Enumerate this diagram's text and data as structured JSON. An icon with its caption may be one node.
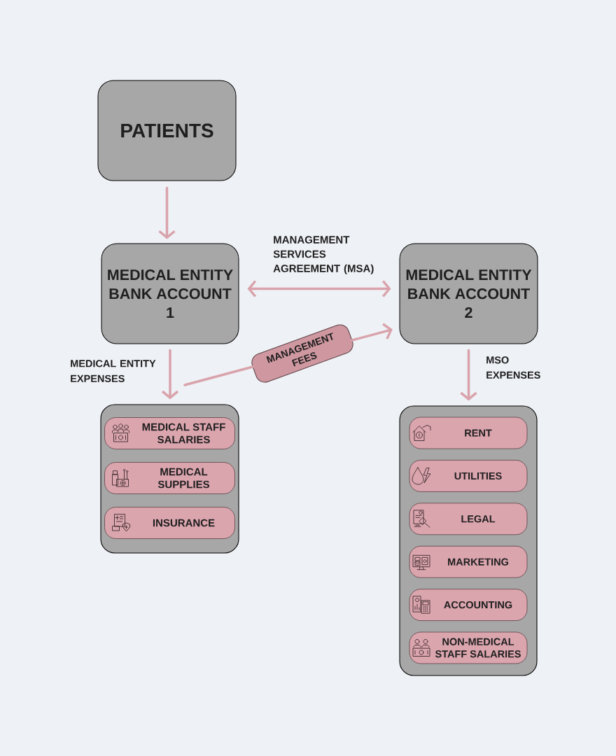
{
  "diagram": {
    "nodes": [
      {
        "text": [
          "PATIENTS"
        ]
      },
      {
        "text": [
          "MEDICAL ENTITY BANK ACCOUNT 1"
        ]
      },
      {
        "text": [
          "MEDICAL ENTITY BANK ACCOUNT 2"
        ]
      },
      {
        "text": [
          "MANAGEMENT FEES"
        ]
      },
      {
        "text": [],
        "shape": "box"
      },
      {
        "text": [
          "MEDICAL STAFF SALARIES"
        ],
        "in": 4
      },
      {
        "text": [
          "MEDICAL SUPPLIES"
        ],
        "in": 4
      },
      {
        "text": [
          "INSURANCE"
        ],
        "in": 4
      },
      {
        "text": [],
        "shape": "box"
      },
      {
        "text": [
          "RENT"
        ],
        "in": 8
      },
      {
        "text": [
          "UTILITIES"
        ],
        "in": 8
      },
      {
        "text": [
          "LEGAL"
        ],
        "in": 8
      },
      {
        "text": [
          "MARKETING"
        ],
        "in": 8
      },
      {
        "text": [
          "ACCOUNTING"
        ],
        "in": 8
      },
      {
        "text": [
          "NON-MEDICAL STAFF SALARIES"
        ],
        "in": 8
      }
    ],
    "edges": [
      {
        "from": 0,
        "to": 1,
        "arrow": "to"
      },
      {
        "from": 1,
        "to": 2,
        "arrow": "both",
        "label": "MANAGEMENT SERVICES AGREEMENT (MSA)"
      },
      {
        "from": null,
        "to": 3,
        "arrow": "none"
      },
      {
        "from": 3,
        "to": 2,
        "arrow": "to"
      },
      {
        "from": 1,
        "to": 4,
        "arrow": "to",
        "label": "MEDICAL ENTITY EXPENSES"
      },
      {
        "from": 2,
        "to": 8,
        "arrow": "to",
        "label": "MSO EXPENSES"
      }
    ]
  }
}
